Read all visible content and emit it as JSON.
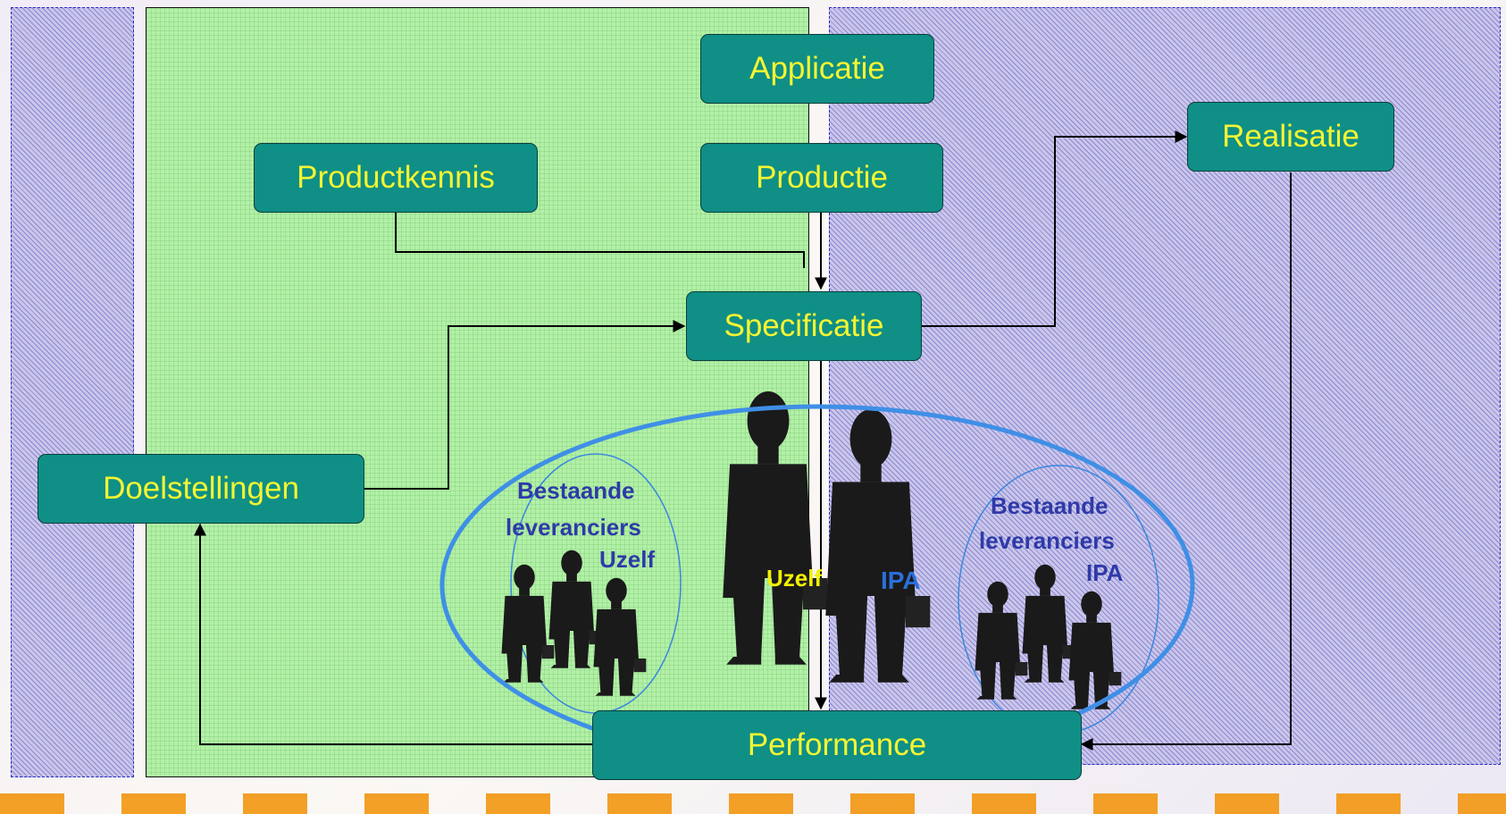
{
  "nodes": {
    "applicatie": "Applicatie",
    "productkennis": "Productkennis",
    "productie": "Productie",
    "realisatie": "Realisatie",
    "specificatie": "Specificatie",
    "doelstellingen": "Doelstellingen",
    "performance": "Performance"
  },
  "groups": {
    "left": {
      "line1": "Bestaande",
      "line2": "leveranciers",
      "line3": "Uzelf"
    },
    "right": {
      "line1": "Bestaande",
      "line2": "leveranciers",
      "line3": "IPA"
    }
  },
  "people": {
    "left_label": "Uzelf",
    "right_label": "IPA"
  },
  "colors": {
    "node_fill": "#0f8f86",
    "node_text": "#f5f532",
    "group_text": "#2e3aa8",
    "ellipse": "#3f8fe6",
    "accent_stripe": "#f39b1c"
  }
}
